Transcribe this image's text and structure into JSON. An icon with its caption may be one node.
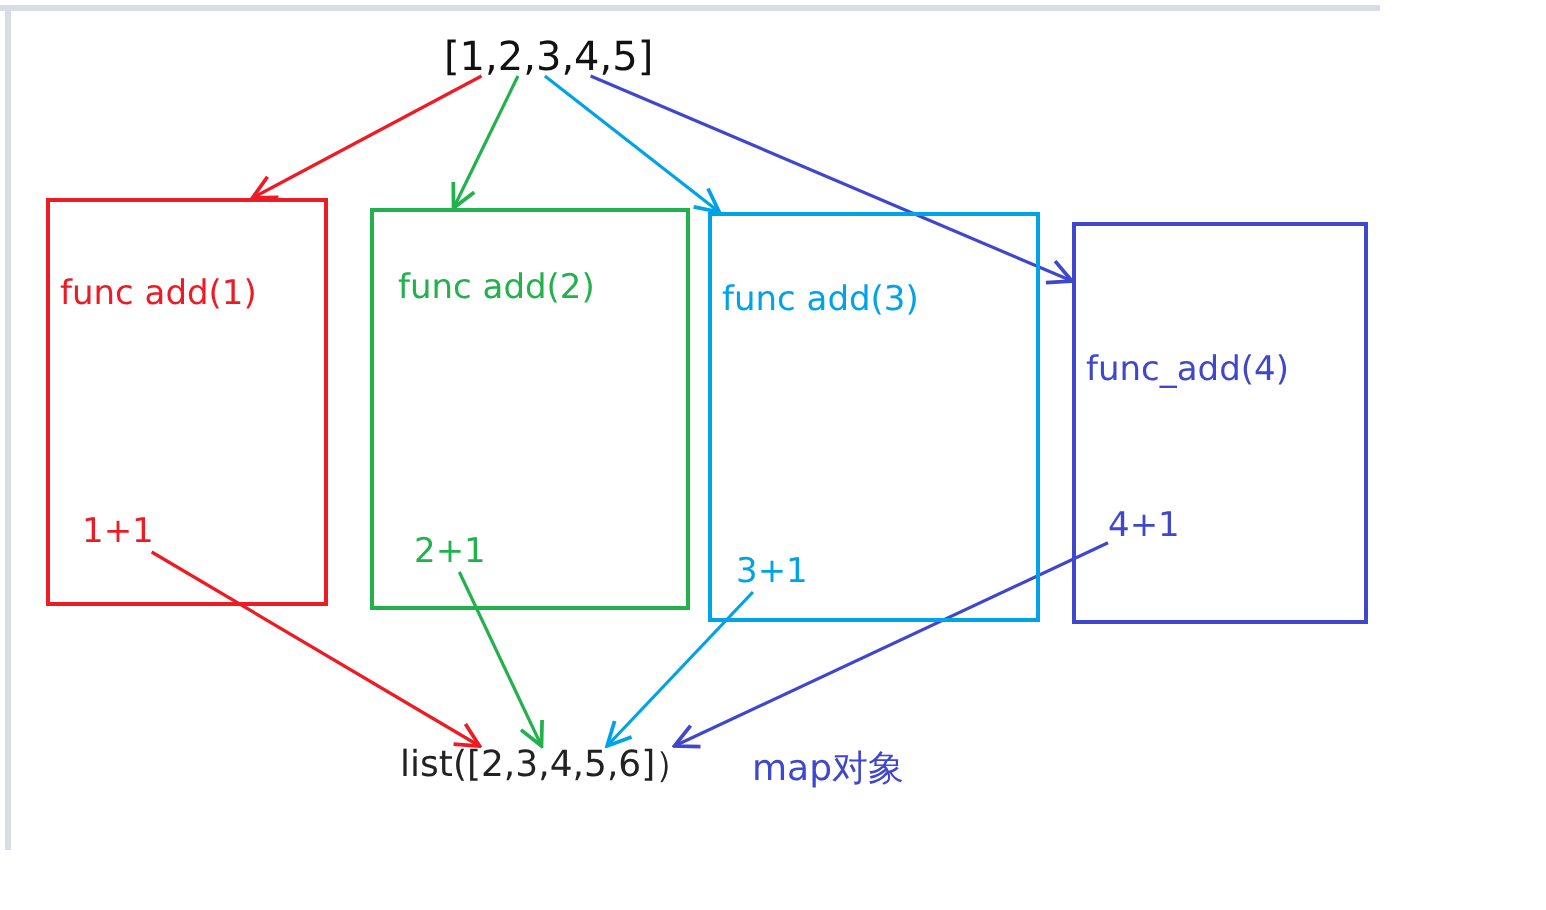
{
  "diagram": {
    "nodes": [
      {
        "text": [
          "[1,2,3,4,5]"
        ]
      },
      {
        "text": [
          "func add(1)"
        ]
      },
      {
        "text": [
          "1+1"
        ],
        "in": 1
      },
      {
        "text": [
          "func add(2)"
        ]
      },
      {
        "text": [
          "2+1"
        ],
        "in": 3
      },
      {
        "text": [
          "func add(3)"
        ]
      },
      {
        "text": [
          "3+1"
        ],
        "in": 5
      },
      {
        "text": [
          "func_add(4)"
        ]
      },
      {
        "text": [
          "4+1"
        ],
        "in": 7
      },
      {
        "text": [
          "list([2,3,4,5,6]）"
        ]
      }
    ],
    "edges": [
      {
        "from": 0,
        "to": 1,
        "arrow": "to",
        "color": "#ed1c24"
      },
      {
        "from": 0,
        "to": 3,
        "arrow": "to",
        "color": "#22b14c"
      },
      {
        "from": 0,
        "to": 5,
        "arrow": "to",
        "color": "#00a2e8"
      },
      {
        "from": 0,
        "to": 7,
        "arrow": "to",
        "color": "#3f48cc"
      },
      {
        "from": 2,
        "to": 9,
        "arrow": "to",
        "color": "#ed1c24"
      },
      {
        "from": 4,
        "to": 9,
        "arrow": "to",
        "color": "#22b14c"
      },
      {
        "from": 6,
        "to": 9,
        "arrow": "to",
        "color": "#00a2e8"
      },
      {
        "from": 8,
        "to": 9,
        "arrow": "to",
        "color": "#3f48cc"
      }
    ],
    "labels": [
      "map对象"
    ]
  }
}
